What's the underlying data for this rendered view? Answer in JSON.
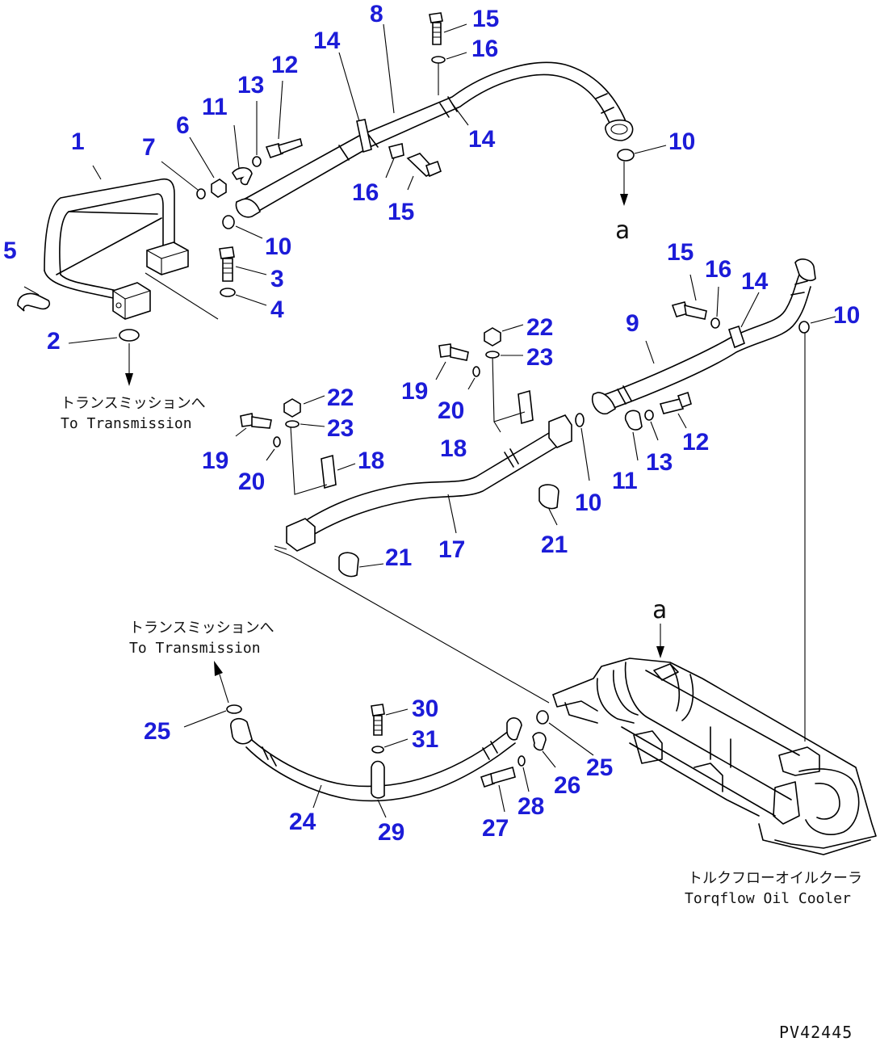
{
  "diagram_number": "PV42445",
  "callouts": {
    "c1": "1",
    "c2": "2",
    "c3": "3",
    "c4": "4",
    "c5": "5",
    "c6": "6",
    "c7": "7",
    "c8": "8",
    "c9": "9",
    "c10a": "10",
    "c10b": "10",
    "c10c": "10",
    "c10d": "10",
    "c11a": "11",
    "c11b": "11",
    "c12a": "12",
    "c12b": "12",
    "c13a": "13",
    "c13b": "13",
    "c14a": "14",
    "c14b": "14",
    "c14c": "14",
    "c15a": "15",
    "c15b": "15",
    "c15c": "15",
    "c16a": "16",
    "c16b": "16",
    "c16c": "16",
    "c17": "17",
    "c18a": "18",
    "c18b": "18",
    "c19a": "19",
    "c19b": "19",
    "c20a": "20",
    "c20b": "20",
    "c21a": "21",
    "c21b": "21",
    "c22a": "22",
    "c22b": "22",
    "c23a": "23",
    "c23b": "23",
    "c24": "24",
    "c25a": "25",
    "c25b": "25",
    "c26": "26",
    "c27": "27",
    "c28": "28",
    "c29": "29",
    "c30": "30",
    "c31": "31"
  },
  "notes": {
    "to_transmission_1_ja": "トランスミッションへ",
    "to_transmission_1_en": "To Transmission",
    "to_transmission_2_ja": "トランスミッションへ",
    "to_transmission_2_en": "To Transmission",
    "cooler_ja": "トルクフローオイルクーラ",
    "cooler_en": "Torqflow Oil Cooler"
  },
  "connection_marks": {
    "upper": "a",
    "lower": "a"
  }
}
